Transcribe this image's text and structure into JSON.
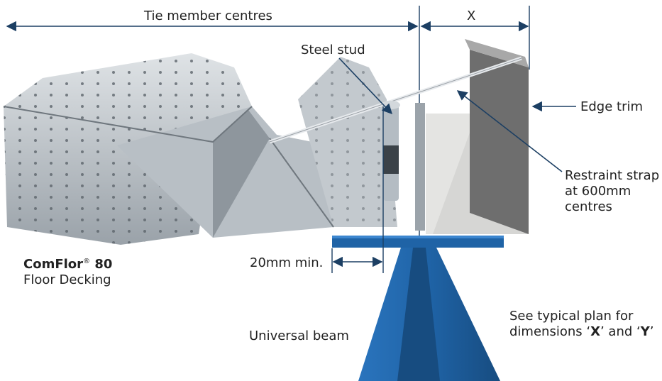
{
  "labels": {
    "tie_member_centres": "Tie member centres",
    "x_dim": "X",
    "steel_stud": "Steel stud",
    "edge_trim": "Edge trim",
    "restraint_line1": "Restraint strap",
    "restraint_line2": "at 600mm",
    "restraint_line3": "centres",
    "comflor_name": "ComFlor",
    "comflor_reg": "®",
    "comflor_num": " 80",
    "floor_decking": "Floor Decking",
    "min_20mm": "20mm min.",
    "universal_beam": "Universal beam",
    "see_plan_line1": "See typical plan for",
    "see_plan_line2_a": "dimensions ‘",
    "see_plan_x": "X",
    "see_plan_line2_b": "’ and ‘",
    "see_plan_y": "Y",
    "see_plan_line2_c": "’"
  },
  "colors": {
    "decking_light": "#c9cfd4",
    "decking_mid": "#a9b1b8",
    "decking_dark": "#7d868e",
    "beam_blue": "#1f63a6",
    "beam_dark": "#174c80",
    "concrete": "#d6d6d4",
    "edge_trim": "#6e6e6e",
    "dimension_line": "#1c3f63"
  }
}
